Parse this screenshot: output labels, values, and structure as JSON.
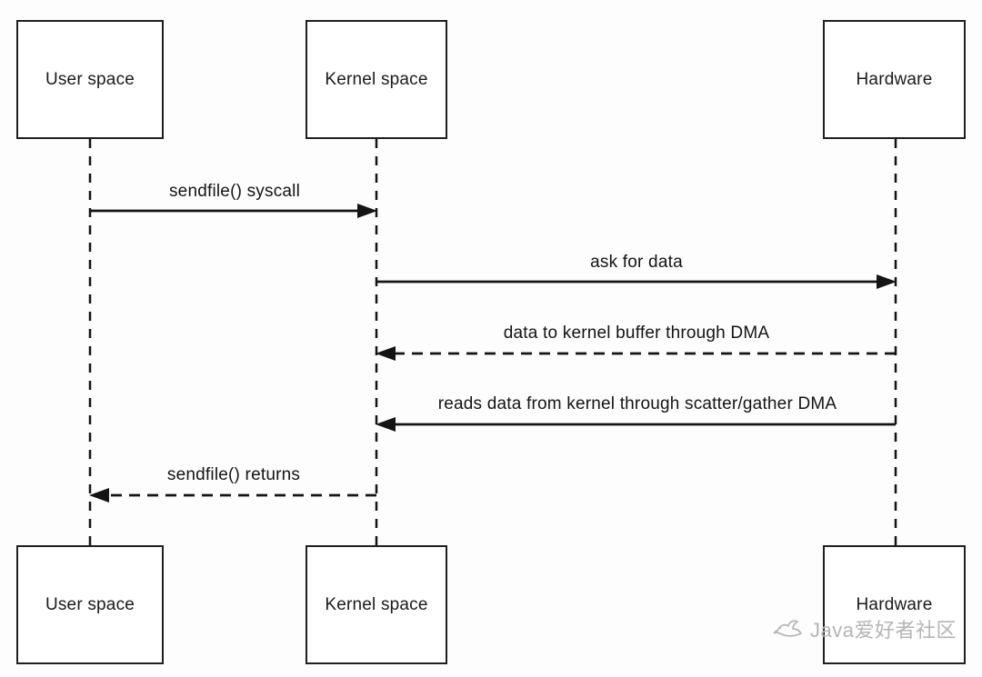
{
  "diagram": {
    "type": "sequence-diagram",
    "actors": [
      {
        "label": "User space"
      },
      {
        "label": "Kernel space"
      },
      {
        "label": "Hardware"
      }
    ],
    "messages": [
      {
        "label": "sendfile() syscall",
        "from": "User space",
        "to": "Kernel space",
        "line": "solid"
      },
      {
        "label": "ask for data",
        "from": "Kernel space",
        "to": "Hardware",
        "line": "solid"
      },
      {
        "label": "data to kernel buffer through DMA",
        "from": "Hardware",
        "to": "Kernel space",
        "line": "dashed"
      },
      {
        "label": "reads data from kernel through scatter/gather DMA",
        "from": "Hardware",
        "to": "Kernel space",
        "line": "solid"
      },
      {
        "label": "sendfile() returns",
        "from": "Kernel space",
        "to": "User space",
        "line": "dashed"
      }
    ],
    "watermark": {
      "text": "Java爱好者社区",
      "icon": "bird-icon",
      "color": "#b5b5b5"
    },
    "colors": {
      "line": "#141414",
      "box_border": "#1f1f1f",
      "box_fill": "#ffffff",
      "background": "#fdfdfd"
    }
  }
}
